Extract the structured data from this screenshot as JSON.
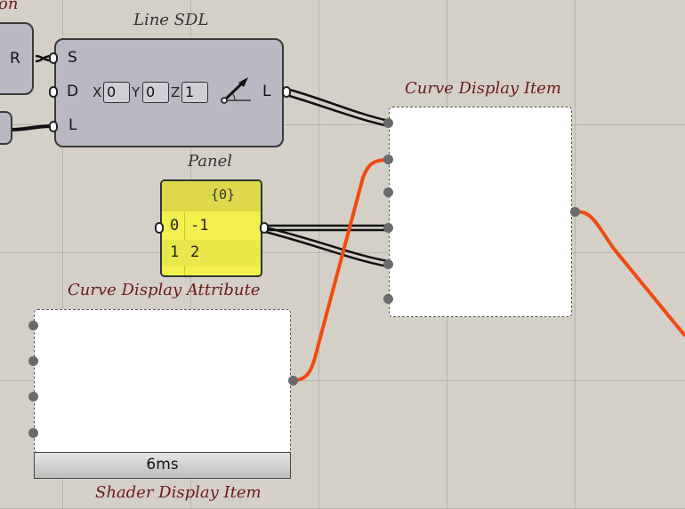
{
  "components": {
    "partial_top_left": {
      "title_fragment": "on",
      "output_label": "R"
    },
    "line_sdl": {
      "title": "Line SDL",
      "inputs": [
        "S",
        "D",
        "L"
      ],
      "output": "L",
      "vector": {
        "x_label": "X",
        "x_value": "0",
        "y_label": "Y",
        "y_value": "0",
        "z_label": "Z",
        "z_value": "1"
      }
    },
    "curve_display_item": {
      "title": "Curve Display Item"
    },
    "panel": {
      "title": "Panel",
      "path": "{0}",
      "rows": [
        {
          "index": "0",
          "value": "-1"
        },
        {
          "index": "1",
          "value": "2"
        }
      ]
    },
    "curve_display_attribute": {
      "title": "Curve Display Attribute"
    },
    "shader_display_item": {
      "title": "Shader Display Item",
      "timer": "6ms"
    }
  },
  "colors": {
    "canvas": "#d4d0c8",
    "wire_default": "#111111",
    "wire_selected": "#f04a14",
    "panel_yellow": "#f1f04e"
  },
  "icons": [
    "vector-arrow-icon"
  ]
}
